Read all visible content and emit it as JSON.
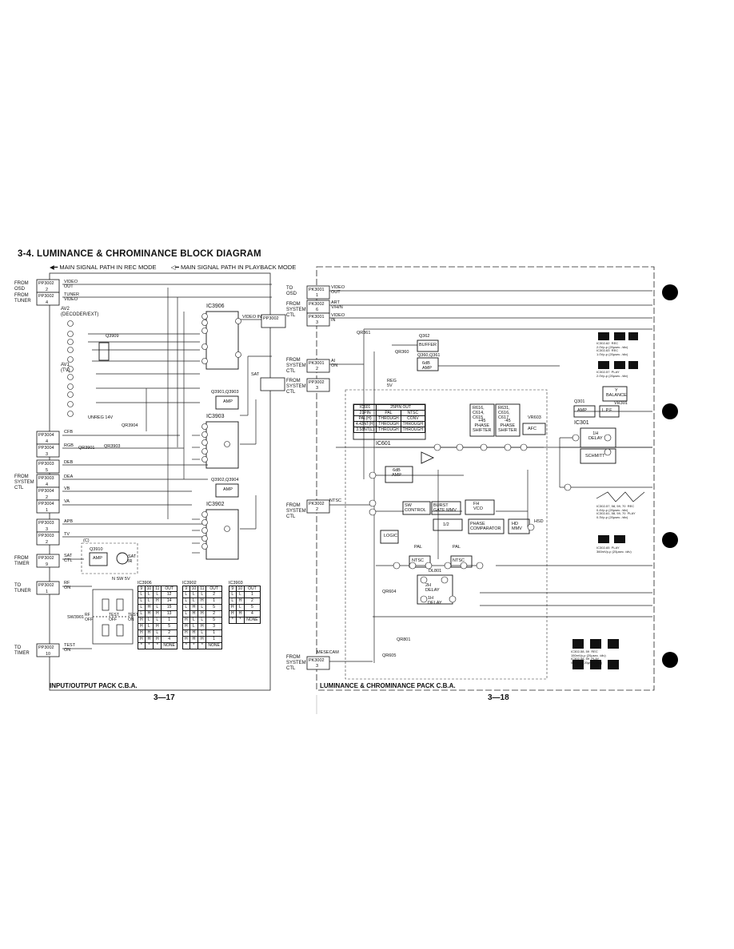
{
  "page": {
    "title": "3-4. LUMINANCE & CHROMINANCE BLOCK DIAGRAM",
    "legend_rec": "MAIN SIGNAL PATH IN REC MODE",
    "legend_play": "MAIN SIGNAL PATH IN PLAYBACK MODE",
    "page_left": "3—17",
    "page_right": "3—18",
    "caption_left": "INPUT/OUTPUT PACK C.B.A.",
    "caption_right": "LUMINANCE & CHROMINANCE PACK C.B.A."
  },
  "left": {
    "from_osd": "FROM\nOSD",
    "from_tuner": "FROM\nTUNER",
    "from_system": "FROM\nSYSTEM\nCTL",
    "from_timer": "FROM\nTIMER",
    "to_tuner": "TO\nTUNER",
    "to_timer": "TO\nTIMER",
    "connectors": [
      {
        "name": "PP3002",
        "pin": "2",
        "signal": "VIDEO OUT"
      },
      {
        "name": "PP3002",
        "pin": "4",
        "signal": "TUNER VIDEO"
      },
      {
        "name": "PP3004",
        "pin": "4",
        "signal": "CFB"
      },
      {
        "name": "PP3004",
        "pin": "3",
        "signal": "RGB"
      },
      {
        "name": "PP3003",
        "pin": "5",
        "signal": "DEB"
      },
      {
        "name": "PP3003",
        "pin": "4",
        "signal": "DEA"
      },
      {
        "name": "PP3004",
        "pin": "2",
        "signal": "VB"
      },
      {
        "name": "PP3004",
        "pin": "1",
        "signal": "VA"
      },
      {
        "name": "PP3003",
        "pin": "3",
        "signal": "APB"
      },
      {
        "name": "PP3003",
        "pin": "2",
        "signal": "TV"
      },
      {
        "name": "PP3002",
        "pin": "9",
        "signal": "SAT CTL"
      },
      {
        "name": "PP3002",
        "pin": "1",
        "signal": "RF ON"
      },
      {
        "name": "PP3002",
        "pin": "10",
        "signal": "TEST ON"
      }
    ],
    "av2": "AV2\n(DECODER/EXT)",
    "av1": "AV1\n(TV)",
    "ic3906": "IC3906",
    "ic3903": "IC3903",
    "ic3902": "IC3902",
    "q3909": "Q3909",
    "q3901_03": "Q3901,Q3903",
    "q3902_04": "Q3902,Q3904",
    "amp": "AMP",
    "video_in_pp": "VIDEO IN",
    "pp3002_6": "PP3002",
    "sat_h": "SAT",
    "unreg14": "UNREG 14V",
    "qr3904": "QR3904",
    "qr3901": "QR3901",
    "qr3903": "QR3903",
    "q3910": "Q3910",
    "sat_ir": "SAT\nIR",
    "c_mark": "(C)",
    "nsw5v": "N SW 5V",
    "sw3901": "SW3901",
    "rf_off": "RF\nOFF",
    "test_off": "TEST\nOFF",
    "test_on": "TEST\nON",
    "truth_tables": [
      {
        "ic": "IC3906",
        "head": [
          "9",
          "10",
          "11",
          "OUT"
        ],
        "rows": [
          [
            "L",
            "L",
            "L",
            "12"
          ],
          [
            "L",
            "L",
            "H",
            "14"
          ],
          [
            "L",
            "H",
            "L",
            "15"
          ],
          [
            "L",
            "H",
            "H",
            "13"
          ],
          [
            "H",
            "L",
            "L",
            "1"
          ],
          [
            "H",
            "L",
            "H",
            "5"
          ],
          [
            "H",
            "H",
            "L",
            "2"
          ],
          [
            "H",
            "H",
            "H",
            "4"
          ],
          [
            "*",
            "*",
            "*",
            "NONE"
          ]
        ]
      },
      {
        "ic": "IC3902",
        "head": [
          "9",
          "10",
          "11",
          "OUT"
        ],
        "rows": [
          [
            "L",
            "L",
            "L",
            "2"
          ],
          [
            "L",
            "L",
            "H",
            "1"
          ],
          [
            "L",
            "H",
            "L",
            "5"
          ],
          [
            "L",
            "H",
            "H",
            "2"
          ],
          [
            "H",
            "L",
            "L",
            "5"
          ],
          [
            "H",
            "L",
            "H",
            "3"
          ],
          [
            "H",
            "H",
            "L",
            "1"
          ],
          [
            "H",
            "H",
            "H",
            "1"
          ],
          [
            "*",
            "*",
            "*",
            "NONE"
          ]
        ]
      },
      {
        "ic": "IC3903",
        "head": [
          "9",
          "10",
          "OUT"
        ],
        "rows": [
          [
            "L",
            "L",
            "1"
          ],
          [
            "L",
            "H",
            "2"
          ],
          [
            "H",
            "L",
            "5"
          ],
          [
            "H",
            "H",
            "4"
          ],
          [
            "*",
            "*",
            "NONE"
          ]
        ]
      }
    ]
  },
  "right": {
    "to_osd": "TO\nOSD",
    "from_system": "FROM\nSYSTEM\nCTL",
    "connectors": [
      {
        "name": "PK3001",
        "pin": "1",
        "signal": "VIDEO OUT"
      },
      {
        "name": "PK3002",
        "pin": "6",
        "signal": "ART V/H/N"
      },
      {
        "name": "PK3001",
        "pin": "3",
        "signal": "VIDEO IN"
      },
      {
        "name": "PK3001",
        "pin": "2",
        "signal": "AI ON"
      },
      {
        "name": "PP3002",
        "pin": "3",
        "signal": ""
      },
      {
        "name": "PK3002",
        "pin": "2",
        "signal": "NTSC"
      },
      {
        "name": "PK3002",
        "pin": "3",
        "signal": "MESECAM"
      }
    ],
    "qr361": "QR361",
    "q362": "Q362",
    "buffer": "BUFFER",
    "qr360": "QR360",
    "q360_361": "Q360,Q361",
    "reg5v": "REG 5V",
    "ic601_table": {
      "h1": "IC601",
      "h2": "25PIN OUT",
      "sub": [
        "21PIN",
        "PAL",
        "NTSC"
      ],
      "rows": [
        [
          "PAL(H)",
          "THROUGH",
          "CONV"
        ],
        [
          "4.43NT(H)",
          "THROUGH",
          "THROUGH"
        ],
        [
          "3.58NT(L)",
          "THROUGH",
          "THROUGH"
        ]
      ]
    },
    "r616": "R616,\nC614,\nC615",
    "r631": "R631,\nC616,\nC617",
    "phase45a": "+45\nPHASE\nSHIFTER",
    "phase45b": "-45\nPHASE\nSHIFTER",
    "vr603": "VR603",
    "afc": "AFC",
    "ic601": "IC601",
    "amp6db": "6dB\nAMP",
    "sw_control": "SW\nCONTROL",
    "burst_gate": "BURST\nGATE MMV",
    "fh_vco": "FH\nVCO",
    "half": "1/2",
    "phase_comp": "PHASE\nCOMPARATOR",
    "hd_mmv": "HD\nMMV",
    "hsd": "HSD",
    "logic": "LOGIC",
    "pal": "PAL",
    "ntsc": "NTSC",
    "dl801": "DL801",
    "delay2h": "2H DELAY",
    "delay1h": "1H DELAY",
    "qr604": "QR604",
    "qr801": "QR801",
    "qr605": "QR605",
    "q301": "Q301",
    "vr301": "VR301",
    "ybal": "Y\nBALANCE",
    "lpf": "L.P.F",
    "ic301": "IC301",
    "delay1h_ic": "1H\nDELAY",
    "schmitt": "SCHMITT",
    "wave_notes": [
      "IC302-62  REC\n2.0Vp-p (20μsec. /div)\nIC302-63  REC\n1.0Vp-p (20μsec. /div)",
      "IC302-57  PLAY\n2.0Vp-p (20μsec. /div)",
      "IC302-57, 58, 59, 70  REC\n0.4Vp-p (20μsec. /div)\nIC302-61, 58, 59, 70  PLAY\n0.3Vp-p (20μsec. /div)",
      "IC302-65  PLAY\n360mVp-p (20μsec. /div)",
      "IC302-58, 59  REC\n150mVp-p (20μsec. /div)\nIC302-58, 59  PLAY\n0.1Vp-p (20μsec. /div)"
    ]
  }
}
